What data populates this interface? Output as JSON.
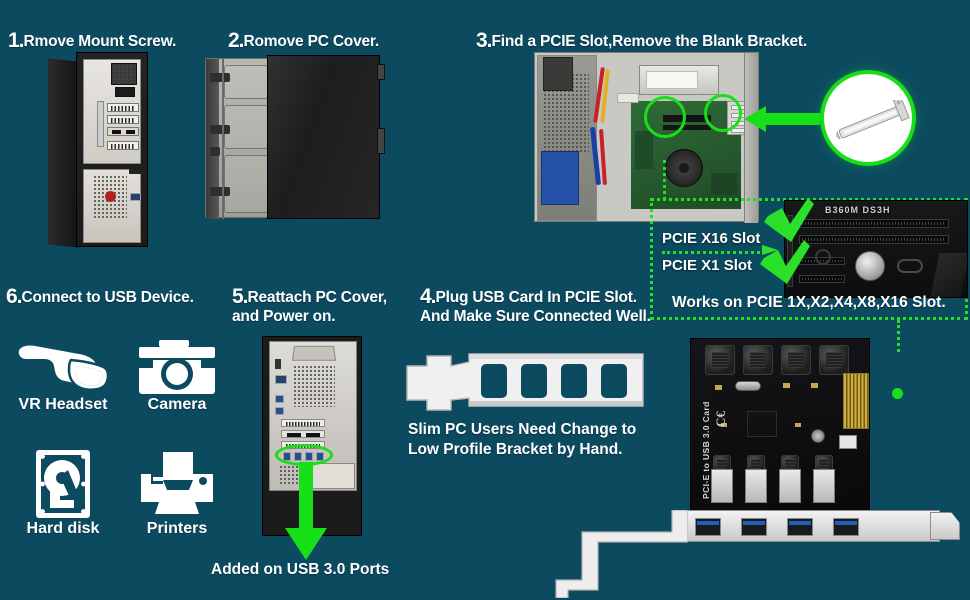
{
  "background_color": "#0c4a60",
  "accent_green": "#18e018",
  "steps": [
    {
      "id": "step-1",
      "number": "1.",
      "text": "Rmove Mount Screw."
    },
    {
      "id": "step-2",
      "number": "2.",
      "text": "Romove PC Cover."
    },
    {
      "id": "step-3",
      "number": "3.",
      "text": "Find a PCIE Slot,Remove the Blank Bracket."
    },
    {
      "id": "step-4",
      "number": "4.",
      "text": "Plug USB Card In PCIE Slot.\nAnd Make Sure Connected Well."
    },
    {
      "id": "step-5",
      "number": "5.",
      "text": "Reattach PC Cover,\nand Power on."
    },
    {
      "id": "step-6",
      "number": "6.",
      "text": "Connect to USB Device."
    }
  ],
  "slot_callouts": {
    "x16_label": "PCIE X16 Slot",
    "x1_label": "PCIE X1 Slot",
    "works_label": "Works on PCIE 1X,X2,X4,X8,X16 Slot.",
    "motherboard_silk": "B360M DS3H"
  },
  "devices": [
    {
      "id": "vr-headset",
      "label": "VR Headset",
      "icon": "vr-headset-icon"
    },
    {
      "id": "camera",
      "label": "Camera",
      "icon": "camera-icon"
    },
    {
      "id": "hard-disk",
      "label": "Hard disk",
      "icon": "hard-disk-icon"
    },
    {
      "id": "printers",
      "label": "Printers",
      "icon": "printer-icon"
    }
  ],
  "bracket_note": "Slim PC Users Need Change to\nLow Profile Bracket by Hand.",
  "usb_note": "Added on USB 3.0 Ports",
  "card": {
    "silkscreen": "PCI-E to USB 3.0 Card",
    "ce_mark": "C€"
  }
}
